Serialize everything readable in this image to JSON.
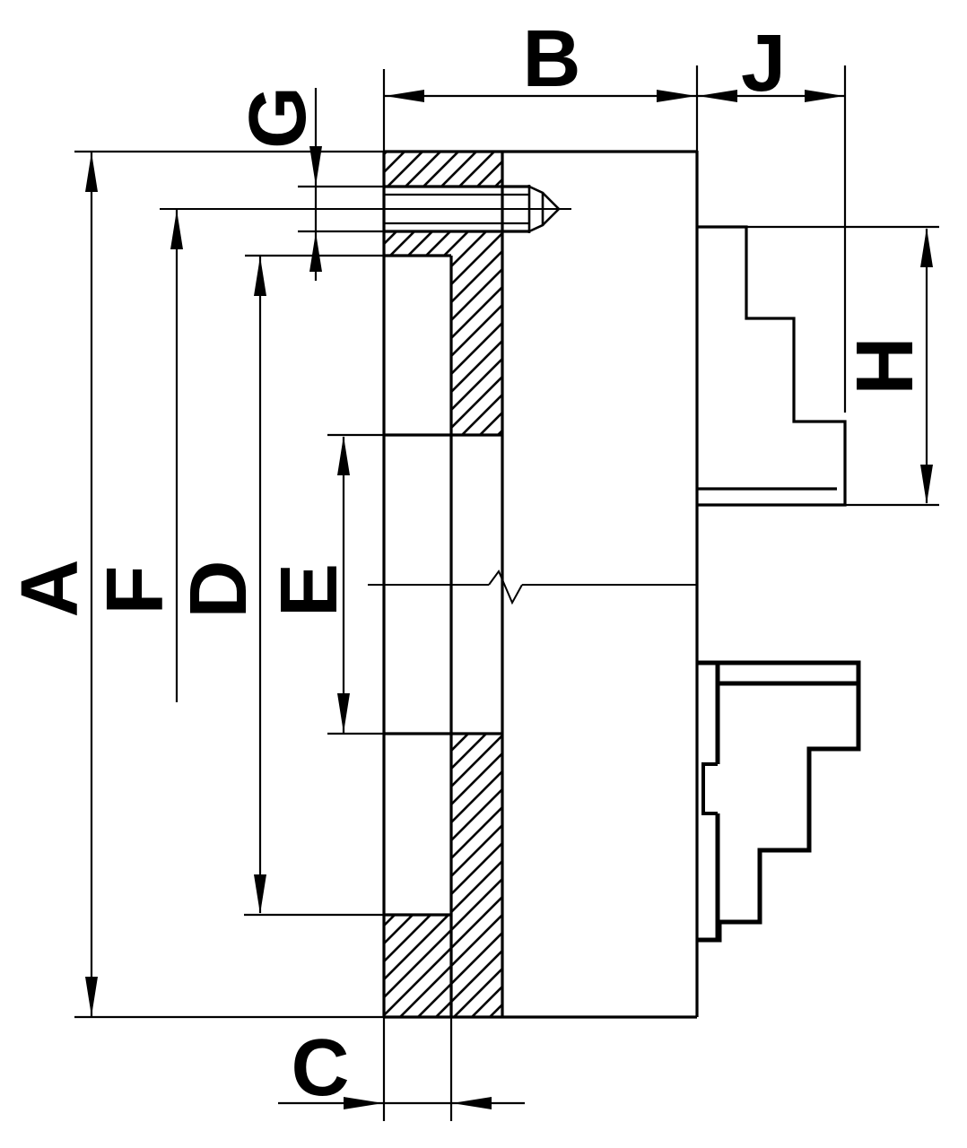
{
  "diagram": {
    "dimension_labels": {
      "A": "A",
      "B": "B",
      "C": "C",
      "D": "D",
      "E": "E",
      "F": "F",
      "G": "G",
      "H": "H",
      "J": "J"
    },
    "colors": {
      "line": "#000000",
      "background": "#ffffff"
    }
  }
}
